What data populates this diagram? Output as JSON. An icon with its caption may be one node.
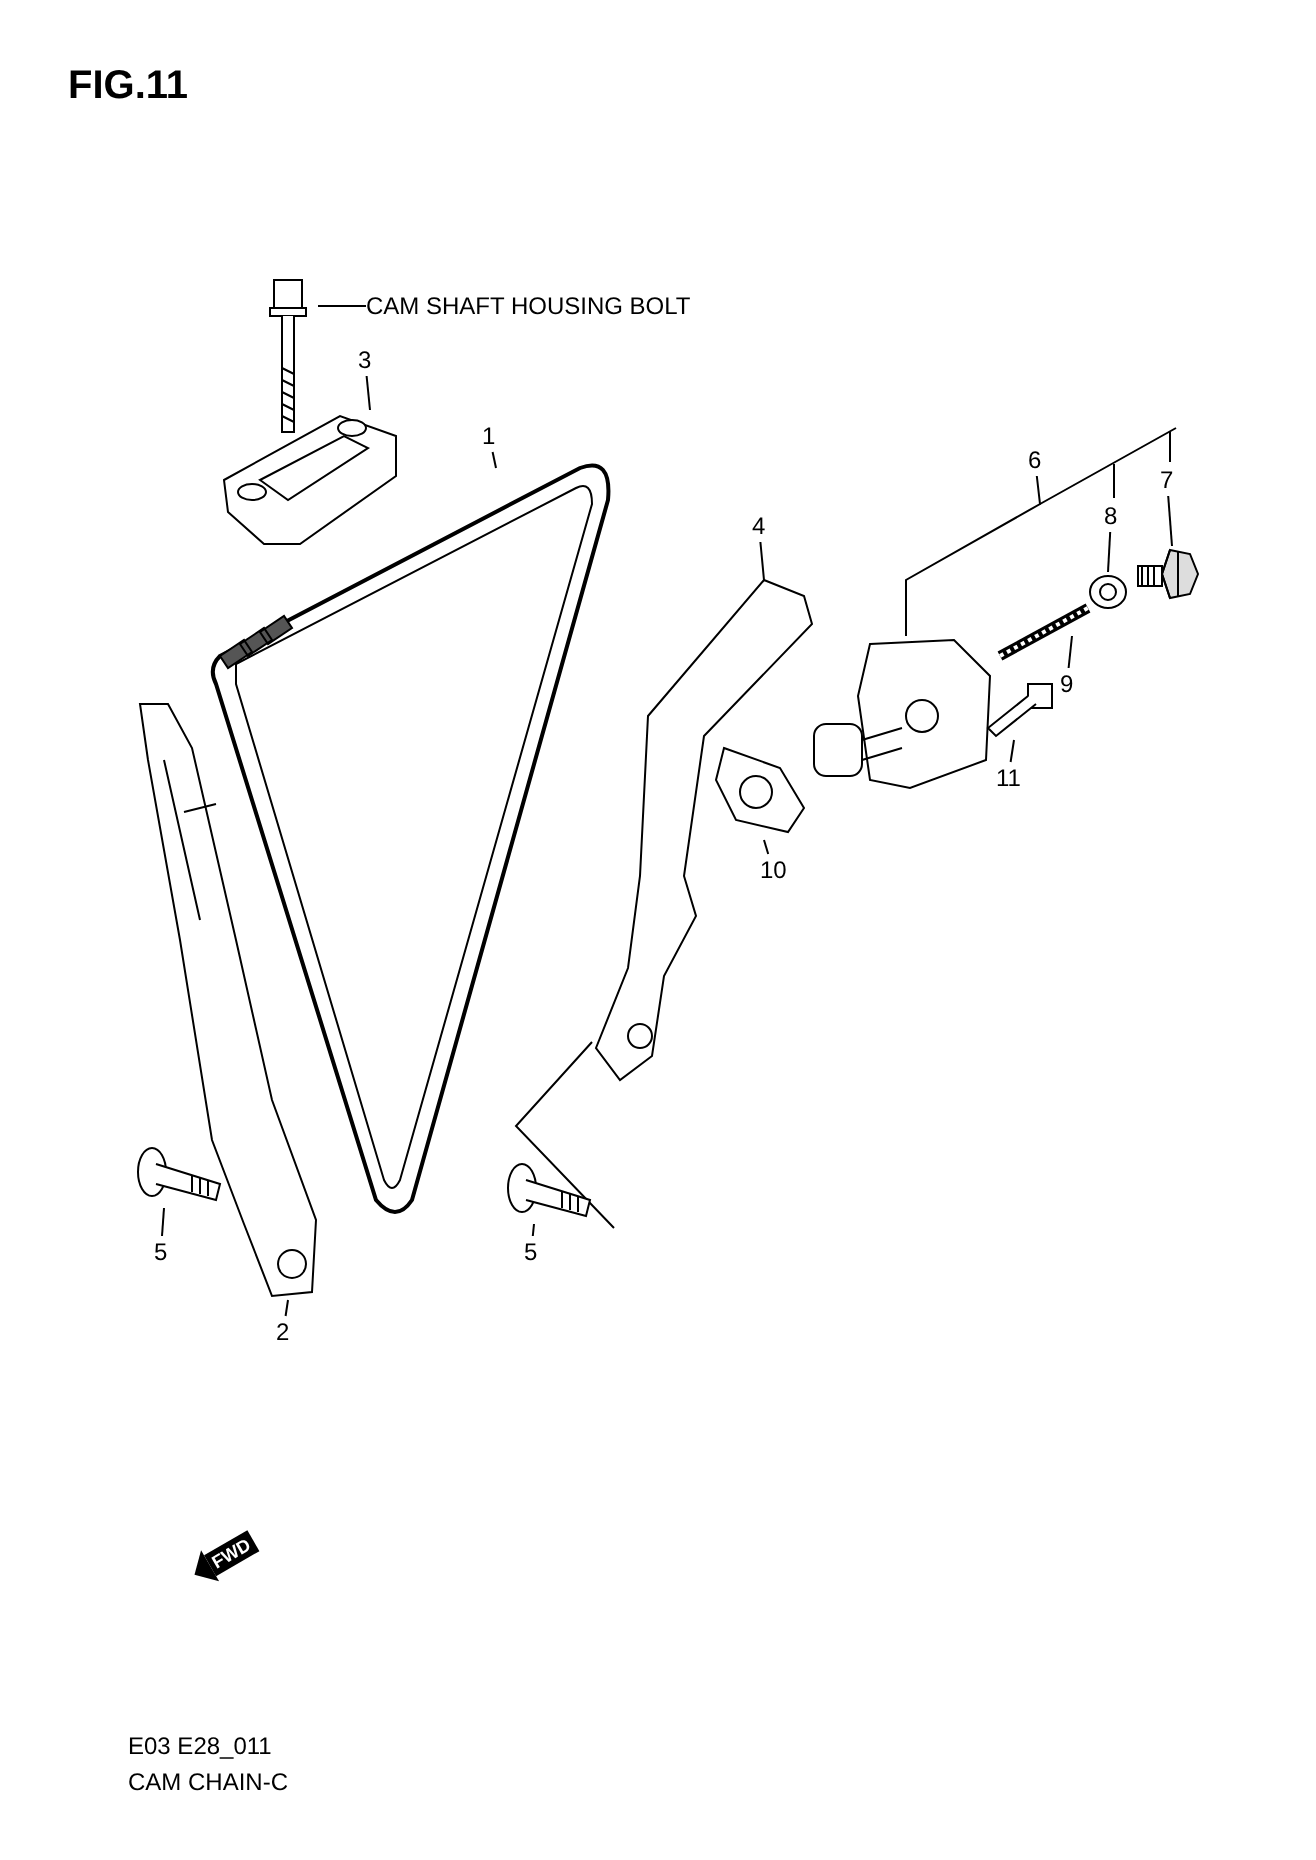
{
  "diagram": {
    "title": "FIG.11",
    "nodes": [
      {
        "text": [
          "CAM SHAFT HOUSING BOLT"
        ]
      },
      {
        "text": [],
        "shape": "picture"
      },
      {
        "text": [
          "3"
        ]
      },
      {
        "text": [],
        "shape": "picture"
      },
      {
        "text": [
          "1"
        ]
      },
      {
        "text": [],
        "shape": "picture"
      },
      {
        "text": [
          "4"
        ]
      },
      {
        "text": [],
        "shape": "picture"
      },
      {
        "text": [
          "6"
        ]
      },
      {
        "text": [],
        "shape": "picture"
      },
      {
        "text": [
          "8"
        ]
      },
      {
        "text": [],
        "shape": "picture"
      },
      {
        "text": [
          "7"
        ]
      },
      {
        "text": [],
        "shape": "picture"
      },
      {
        "text": [
          "9"
        ]
      },
      {
        "text": [],
        "shape": "picture"
      },
      {
        "text": [
          "11"
        ]
      },
      {
        "text": [],
        "shape": "picture"
      },
      {
        "text": [
          "10"
        ]
      },
      {
        "text": [],
        "shape": "picture"
      },
      {
        "text": [
          "2"
        ]
      },
      {
        "text": [],
        "shape": "picture"
      },
      {
        "text": [
          "5"
        ]
      },
      {
        "text": [],
        "shape": "picture"
      },
      {
        "text": [
          "5"
        ]
      },
      {
        "text": [],
        "shape": "picture"
      }
    ],
    "edges": [
      {
        "from": 0,
        "to": 1,
        "arrow": "none"
      },
      {
        "from": 2,
        "to": 3,
        "arrow": "none"
      },
      {
        "from": 4,
        "to": 5,
        "arrow": "none"
      },
      {
        "from": 6,
        "to": 7,
        "arrow": "none"
      },
      {
        "from": 8,
        "to": 9,
        "arrow": "none"
      },
      {
        "from": 10,
        "to": 11,
        "arrow": "none"
      },
      {
        "from": 12,
        "to": 13,
        "arrow": "none"
      },
      {
        "from": 14,
        "to": 15,
        "arrow": "none"
      },
      {
        "from": 16,
        "to": 17,
        "arrow": "none"
      },
      {
        "from": 18,
        "to": 19,
        "arrow": "none"
      },
      {
        "from": 20,
        "to": 21,
        "arrow": "none"
      },
      {
        "from": 22,
        "to": 23,
        "arrow": "none"
      },
      {
        "from": 24,
        "to": 25,
        "arrow": "none"
      }
    ],
    "labels": [
      "FWD",
      "E03 E28_011",
      "CAM CHAIN-C"
    ]
  }
}
